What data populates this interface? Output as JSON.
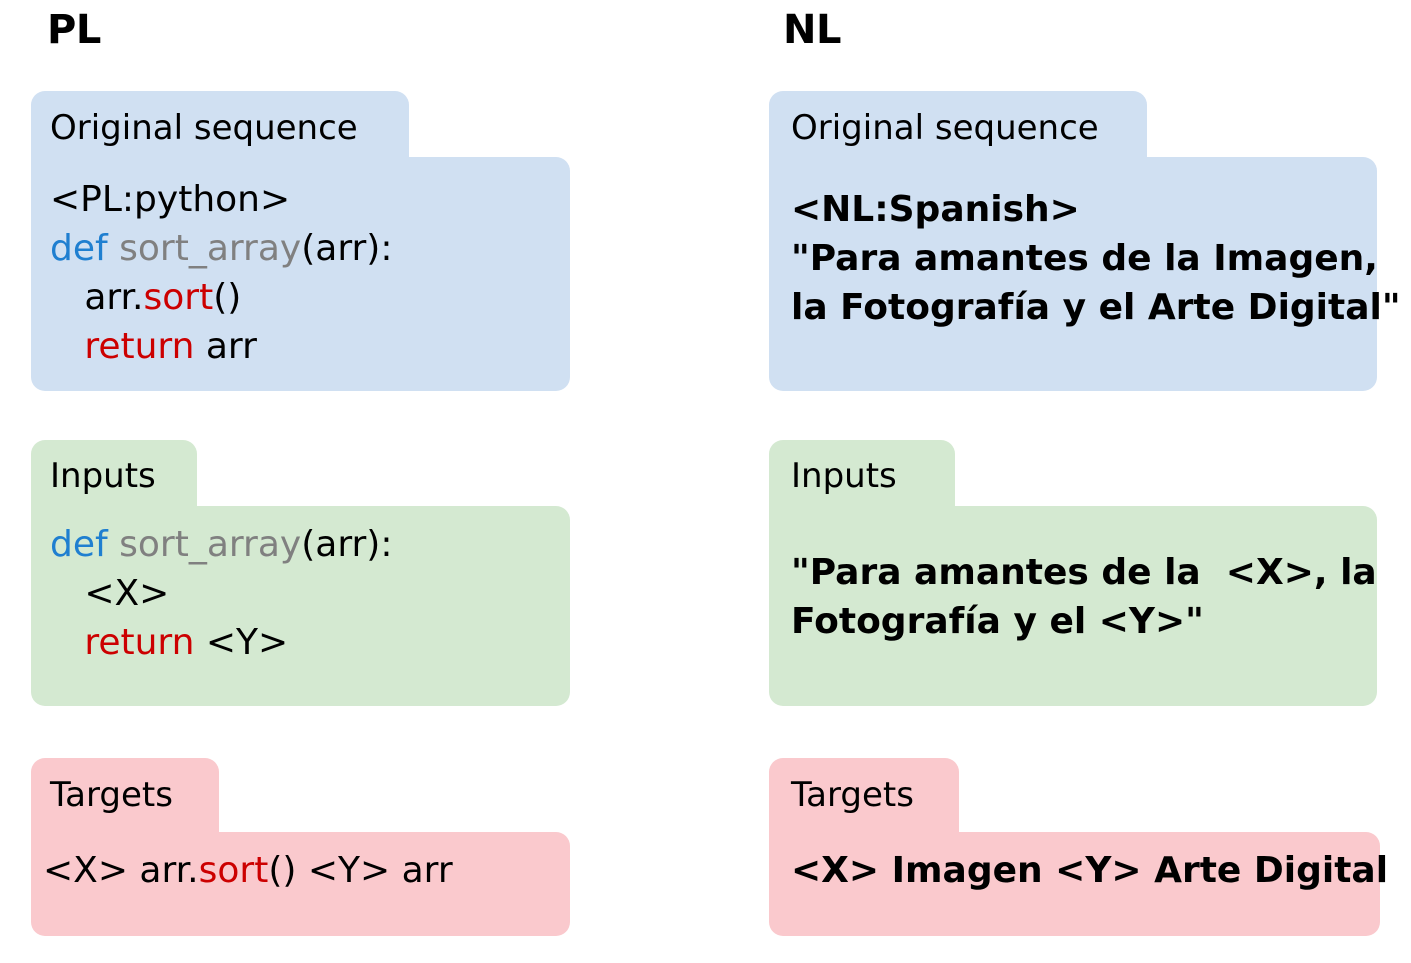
{
  "figure": {
    "columns": [
      {
        "id": "pl",
        "heading": "PL"
      },
      {
        "id": "nl",
        "heading": "NL"
      }
    ],
    "colors": {
      "original_box": "#d0e0f2",
      "inputs_box": "#d4e9d1",
      "targets_box": "#fac9cd",
      "keyword_blue": "#1f7fd0",
      "identifier_gray": "#808080",
      "keyword_red": "#cc0000",
      "text_black": "#000000",
      "page_background": "#ffffff"
    },
    "pl": {
      "original": {
        "tab_label": "Original sequence",
        "lines": [
          [
            {
              "text": "<PL:python>",
              "style": "plain"
            }
          ],
          [
            {
              "text": "def ",
              "style": "kw-def"
            },
            {
              "text": "sort_array",
              "style": "fn-name"
            },
            {
              "text": "(arr):",
              "style": "plain"
            }
          ],
          [
            {
              "text": "   arr.",
              "style": "plain"
            },
            {
              "text": "sort",
              "style": "method"
            },
            {
              "text": "()",
              "style": "plain"
            }
          ],
          [
            {
              "text": "   ",
              "style": "plain"
            },
            {
              "text": "return",
              "style": "kw-ret"
            },
            {
              "text": " arr",
              "style": "plain"
            }
          ]
        ]
      },
      "inputs": {
        "tab_label": "Inputs",
        "lines": [
          [
            {
              "text": "def ",
              "style": "kw-def"
            },
            {
              "text": "sort_array",
              "style": "fn-name"
            },
            {
              "text": "(arr):",
              "style": "plain"
            }
          ],
          [
            {
              "text": "   <X>",
              "style": "plain"
            }
          ],
          [
            {
              "text": "   ",
              "style": "plain"
            },
            {
              "text": "return",
              "style": "kw-ret"
            },
            {
              "text": " <Y>",
              "style": "plain"
            }
          ]
        ]
      },
      "targets": {
        "tab_label": "Targets",
        "lines": [
          [
            {
              "text": "<X> arr.",
              "style": "plain"
            },
            {
              "text": "sort",
              "style": "method"
            },
            {
              "text": "() <Y> arr",
              "style": "plain"
            }
          ]
        ]
      }
    },
    "nl": {
      "original": {
        "tab_label": "Original sequence",
        "lines": [
          [
            {
              "text": "<NL:Spanish>",
              "style": "plain"
            }
          ],
          [
            {
              "text": "\"Para amantes de la Imagen,",
              "style": "plain"
            }
          ],
          [
            {
              "text": "la Fotografía y el Arte Digital\"",
              "style": "plain"
            }
          ]
        ]
      },
      "inputs": {
        "tab_label": "Inputs",
        "lines": [
          [
            {
              "text": "\"Para amantes de la  <X>, la",
              "style": "plain"
            }
          ],
          [
            {
              "text": "Fotografía y el <Y>\"",
              "style": "plain"
            }
          ]
        ]
      },
      "targets": {
        "tab_label": "Targets",
        "lines": [
          [
            {
              "text": "<X> Imagen <Y> Arte Digital",
              "style": "plain"
            }
          ]
        ]
      }
    }
  }
}
